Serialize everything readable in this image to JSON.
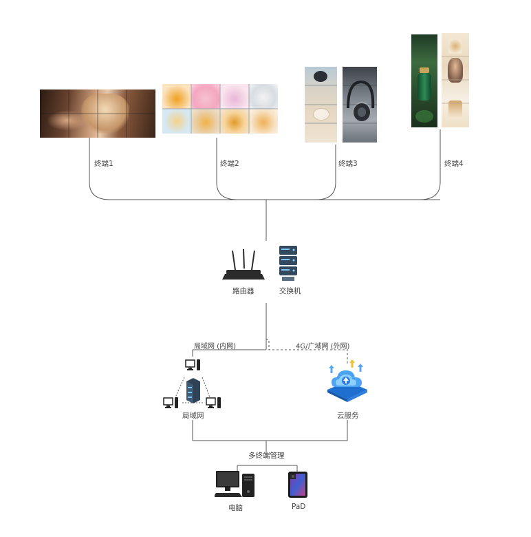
{
  "terminals": [
    {
      "label": "终端1"
    },
    {
      "label": "终端2"
    },
    {
      "label": "终端3"
    },
    {
      "label": "终端4"
    }
  ],
  "network": {
    "router_label": "路由器",
    "switch_label": "交换机",
    "lan_link_label": "局域网 (内网)",
    "wan_link_label": "4G/广域网 (外网)"
  },
  "lan": {
    "label": "局域网"
  },
  "cloud": {
    "label": "云服务"
  },
  "management": {
    "label": "多终端管理",
    "pc_label": "电脑",
    "pad_label": "PaD"
  },
  "colors": {
    "line": "#555555",
    "cloud_blue": "#2b7de0",
    "server_dark": "#2f4256"
  }
}
